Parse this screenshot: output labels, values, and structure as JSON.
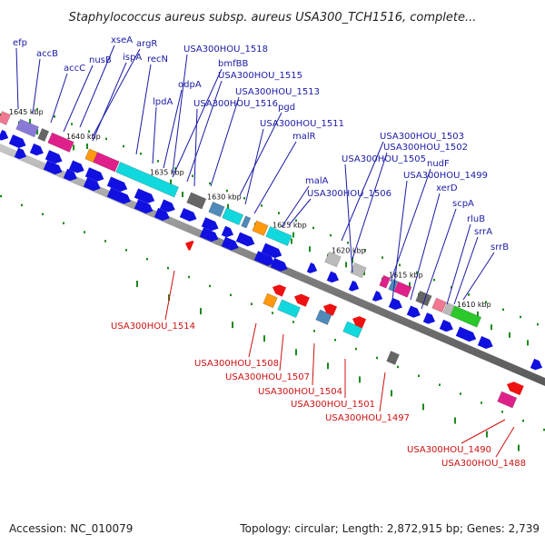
{
  "title": "Staphylococcus aureus subsp. aureus USA300_TCH1516, complete...",
  "accession": "Accession: NC_010079",
  "summary": "Topology: circular; Length: 2,872,915 bp; Genes: 2,739",
  "ruler_labels": [
    "1645 kbp",
    "1640 kbp",
    "1635 kbp",
    "1630 kbp",
    "1625 kbp",
    "1620 kbp",
    "1615 kbp",
    "1610 kbp"
  ],
  "forward_labels": [
    "efp",
    "accB",
    "accC",
    "xseA",
    "nusB",
    "argR",
    "ispA",
    "recN",
    "lpdA",
    "odpA",
    "USA300HOU_1518",
    "bmfBB",
    "USA300HOU_1515",
    "USA300HOU_1516",
    "USA300HOU_1513",
    "pgd",
    "USA300HOU_1511",
    "malR",
    "malA",
    "USA300HOU_1506",
    "USA300HOU_1503",
    "USA300HOU_1502",
    "USA300HOU_1505",
    "nudF",
    "USA300HOU_1499",
    "xerD",
    "scpA",
    "rluB",
    "srrA",
    "srrB"
  ],
  "reverse_labels": [
    "USA300HOU_1514",
    "USA300HOU_1508",
    "USA300HOU_1507",
    "USA300HOU_1504",
    "USA300HOU_1501",
    "USA300HOU_1497",
    "USA300HOU_1490",
    "USA300HOU_1488"
  ],
  "colors": {
    "cds": "#1010e0",
    "magenta": "#e0208a",
    "cyan": "#10d8dc",
    "orange": "#ff9910",
    "steel": "#4f8ab8",
    "purple": "#8a7ad8",
    "green": "#2ac82a",
    "gray": "#666666",
    "lightgray": "#bbbbbb",
    "red": "#ee1111",
    "pink": "#f07890",
    "forward_label": "#1a1aa6",
    "reverse_label": "#cc1111",
    "dots": "#1c8a1c",
    "backbone": "#808080"
  }
}
